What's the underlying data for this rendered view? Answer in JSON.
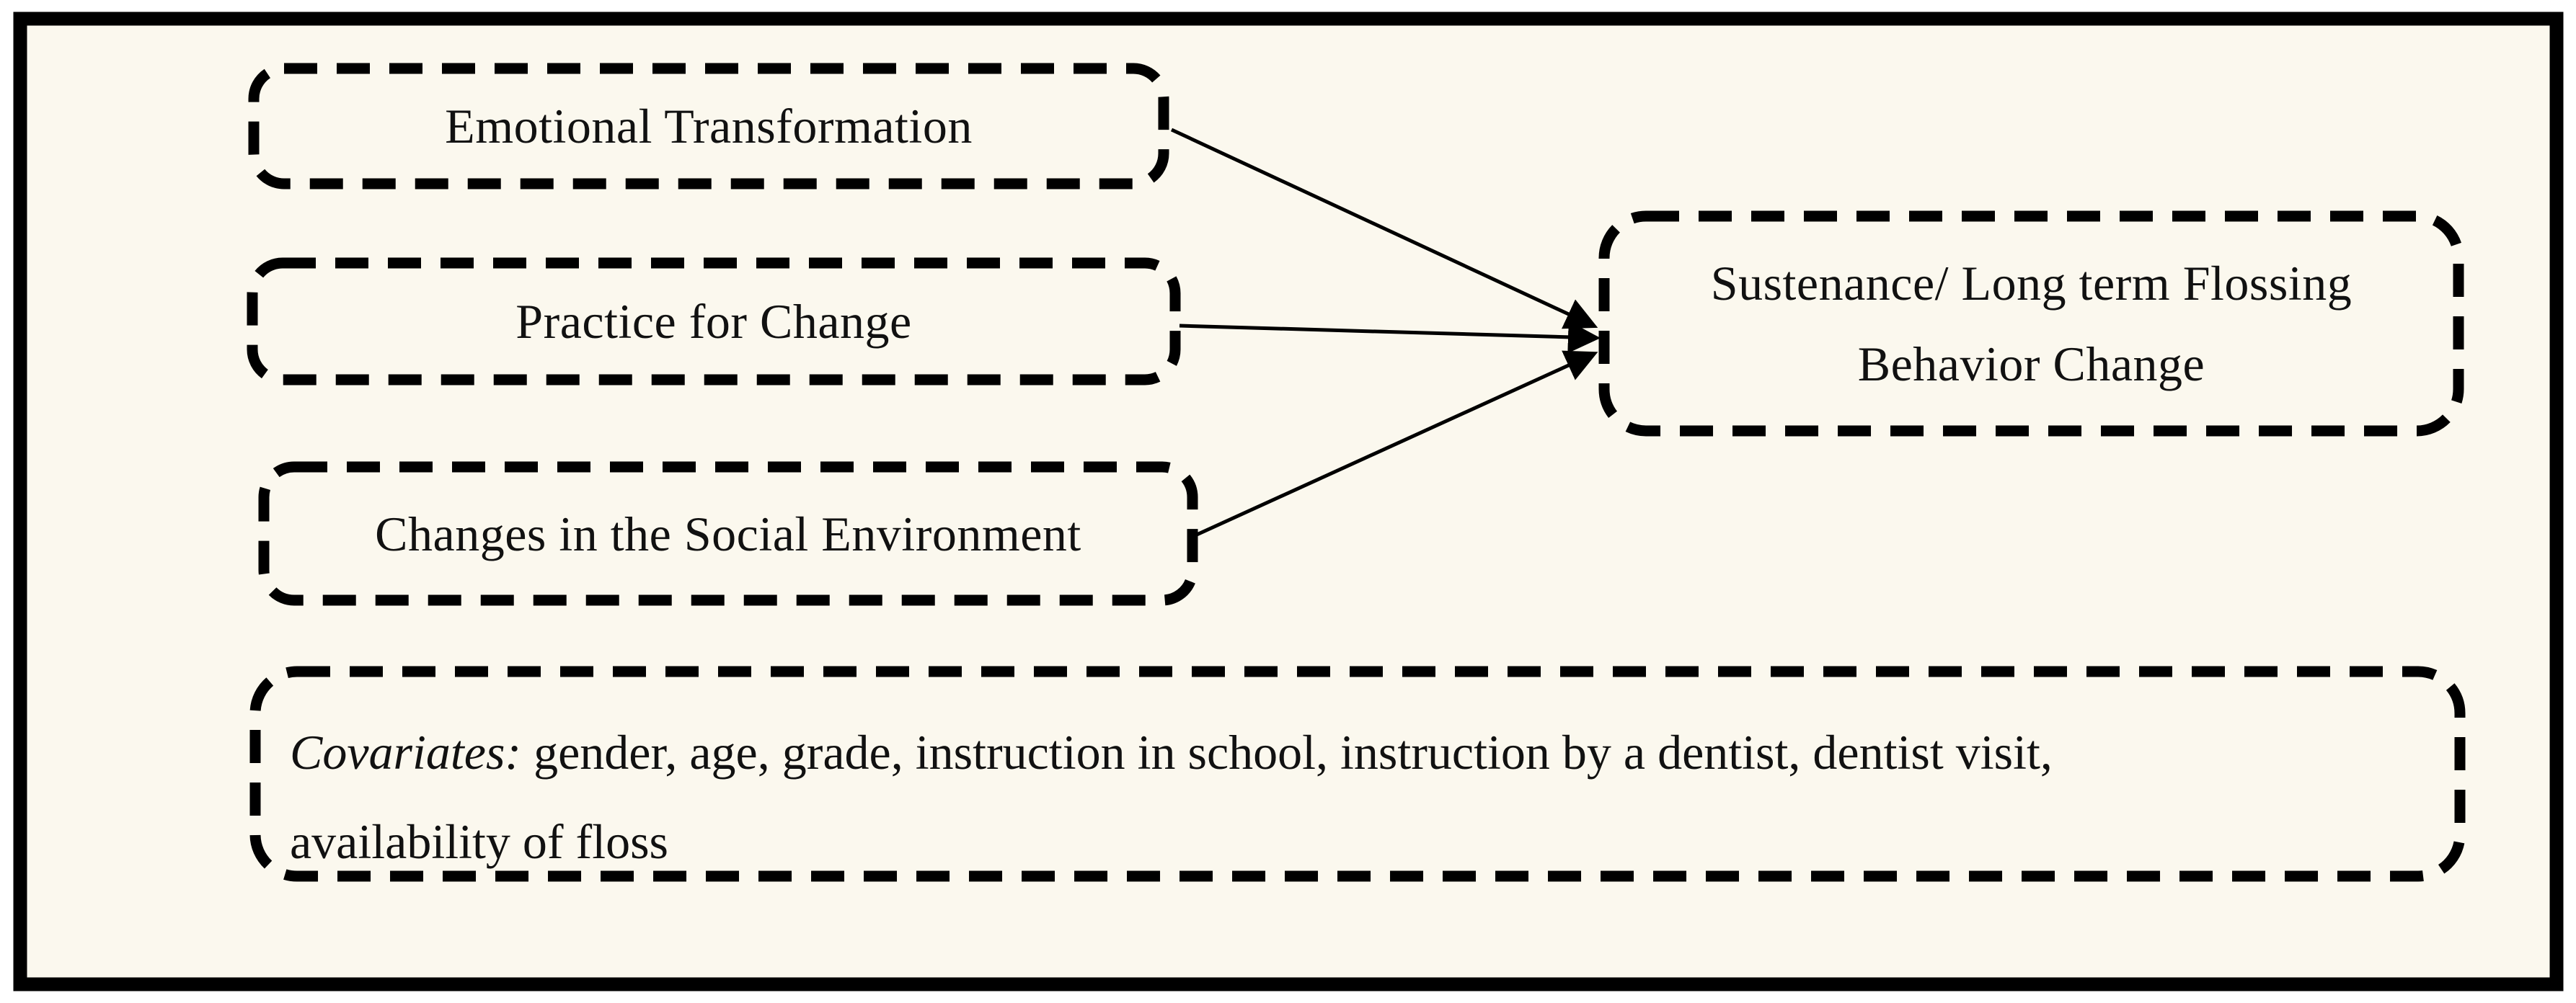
{
  "figure": {
    "type": "concept-diagram",
    "colors": {
      "page_background": "#ffffff",
      "panel_background": "#fbf8ee",
      "stroke": "#000000",
      "text": "#111111"
    },
    "boxes": {
      "emotional": {
        "label": "Emotional Transformation"
      },
      "practice": {
        "label": "Practice for Change"
      },
      "social": {
        "label": "Changes in the Social Environment"
      },
      "outcome": {
        "line1": "Sustenance/ Long term Flossing",
        "line2": "Behavior Change"
      },
      "covariates": {
        "prefix": "Covariates:",
        "line1_rest": " gender, age, grade, instruction in school, instruction by a dentist, dentist visit,",
        "line2": "availability of floss"
      }
    },
    "arrows": [
      {
        "from": "emotional",
        "to": "outcome"
      },
      {
        "from": "practice",
        "to": "outcome"
      },
      {
        "from": "social",
        "to": "outcome"
      }
    ]
  }
}
